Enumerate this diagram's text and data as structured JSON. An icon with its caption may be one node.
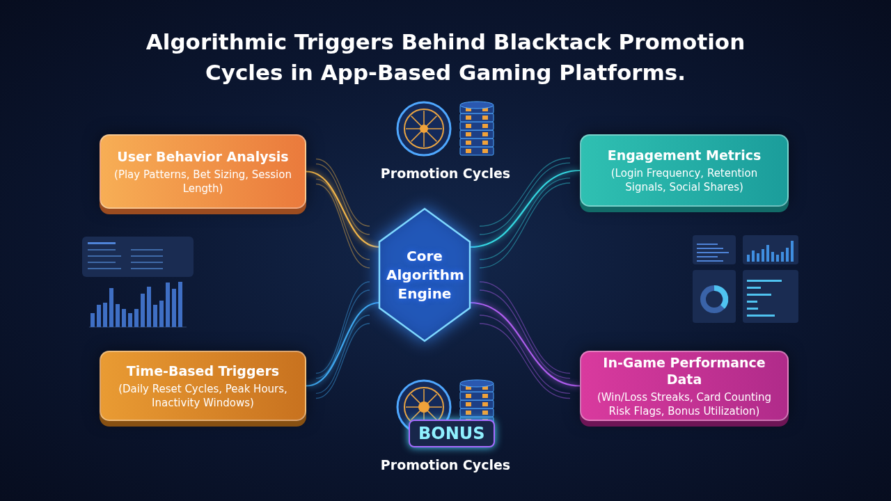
{
  "diagram": {
    "title": "Algorithmic Triggers Behind Blacktack Promotion Cycles in App-Based Gaming Platforms.",
    "nodes": [
      {
        "text": [
          "User Behavior Analysis",
          "(Play Patterns, Bet Sizing, Session Length)"
        ]
      },
      {
        "text": [
          "Promotion Cycles"
        ]
      },
      {
        "text": [
          "Engagement Metrics",
          "(Login Frequency, Retention Signals, Social Shares)"
        ]
      },
      {
        "text": [
          "Core Algorithm Engine"
        ]
      },
      {
        "text": [
          "Time-Based Triggers",
          "(Daily Reset Cycles, Peak Hours, Inactivity Windows)"
        ]
      },
      {
        "text": [
          "Promotion Cycles"
        ]
      },
      {
        "text": [
          "In-Game Performance Data",
          "(Win/Loss Streaks, Card Counting Risk Flags, Bonus Utilization)"
        ]
      }
    ],
    "edges": [
      {
        "from": 0,
        "to": 3,
        "arrow": "none",
        "color": "#f2b64a"
      },
      {
        "from": 2,
        "to": 3,
        "arrow": "none",
        "color": "#35d6e0"
      },
      {
        "from": 4,
        "to": 3,
        "arrow": "none",
        "color": "#3fa8f0"
      },
      {
        "from": 6,
        "to": 3,
        "arrow": "none",
        "color": "#b05ef0"
      }
    ],
    "labels": [
      "BONUS"
    ]
  }
}
